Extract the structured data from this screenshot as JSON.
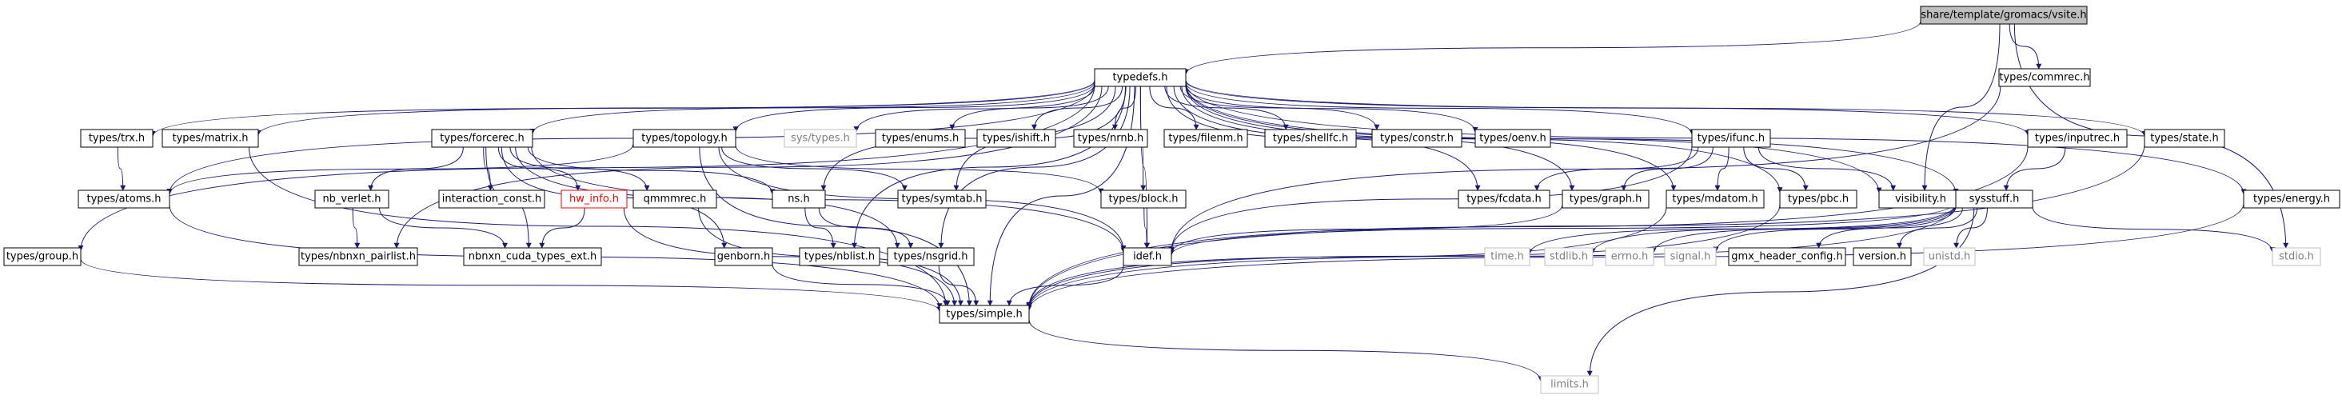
{
  "nodes": [
    {
      "id": "vsite",
      "label": "share/template/gromacs/vsite.h",
      "kind": "root"
    },
    {
      "id": "typedefs",
      "label": "typedefs.h",
      "kind": "normal"
    },
    {
      "id": "commrec",
      "label": "types/commrec.h",
      "kind": "normal"
    },
    {
      "id": "trx",
      "label": "types/trx.h",
      "kind": "normal"
    },
    {
      "id": "matrix",
      "label": "types/matrix.h",
      "kind": "normal"
    },
    {
      "id": "forcerec",
      "label": "types/forcerec.h",
      "kind": "normal"
    },
    {
      "id": "topology",
      "label": "types/topology.h",
      "kind": "normal"
    },
    {
      "id": "systypes",
      "label": "sys/types.h",
      "kind": "system"
    },
    {
      "id": "enums",
      "label": "types/enums.h",
      "kind": "normal"
    },
    {
      "id": "ishift",
      "label": "types/ishift.h",
      "kind": "normal"
    },
    {
      "id": "nrnb",
      "label": "types/nrnb.h",
      "kind": "normal"
    },
    {
      "id": "filenm",
      "label": "types/filenm.h",
      "kind": "normal"
    },
    {
      "id": "shellfc",
      "label": "types/shellfc.h",
      "kind": "normal"
    },
    {
      "id": "constr",
      "label": "types/constr.h",
      "kind": "normal"
    },
    {
      "id": "oenv",
      "label": "types/oenv.h",
      "kind": "normal"
    },
    {
      "id": "ifunc",
      "label": "types/ifunc.h",
      "kind": "normal"
    },
    {
      "id": "inputrec",
      "label": "types/inputrec.h",
      "kind": "normal"
    },
    {
      "id": "state",
      "label": "types/state.h",
      "kind": "normal"
    },
    {
      "id": "energy",
      "label": "types/energy.h",
      "kind": "normal"
    },
    {
      "id": "stdio",
      "label": "stdio.h",
      "kind": "system"
    },
    {
      "id": "atoms",
      "label": "types/atoms.h",
      "kind": "normal"
    },
    {
      "id": "nbverlet",
      "label": "nb_verlet.h",
      "kind": "normal"
    },
    {
      "id": "interaction",
      "label": "interaction_const.h",
      "kind": "normal"
    },
    {
      "id": "hwinfo",
      "label": "hw_info.h",
      "kind": "red"
    },
    {
      "id": "qmmmrec",
      "label": "qmmmrec.h",
      "kind": "normal"
    },
    {
      "id": "ns",
      "label": "ns.h",
      "kind": "normal"
    },
    {
      "id": "symtab",
      "label": "types/symtab.h",
      "kind": "normal"
    },
    {
      "id": "block",
      "label": "types/block.h",
      "kind": "normal"
    },
    {
      "id": "fcdata",
      "label": "types/fcdata.h",
      "kind": "normal"
    },
    {
      "id": "graph",
      "label": "types/graph.h",
      "kind": "normal"
    },
    {
      "id": "mdatom",
      "label": "types/mdatom.h",
      "kind": "normal"
    },
    {
      "id": "pbc",
      "label": "types/pbc.h",
      "kind": "normal"
    },
    {
      "id": "visibility",
      "label": "visibility.h",
      "kind": "normal"
    },
    {
      "id": "sysstuff",
      "label": "sysstuff.h",
      "kind": "normal"
    },
    {
      "id": "group",
      "label": "types/group.h",
      "kind": "normal"
    },
    {
      "id": "nbnxnpair",
      "label": "types/nbnxn_pairlist.h",
      "kind": "normal"
    },
    {
      "id": "nbnxncuda",
      "label": "nbnxn_cuda_types_ext.h",
      "kind": "normal"
    },
    {
      "id": "genborn",
      "label": "genborn.h",
      "kind": "normal"
    },
    {
      "id": "nblist",
      "label": "types/nblist.h",
      "kind": "normal"
    },
    {
      "id": "nsgrid",
      "label": "types/nsgrid.h",
      "kind": "normal"
    },
    {
      "id": "idef",
      "label": "idef.h",
      "kind": "normal"
    },
    {
      "id": "timeh",
      "label": "time.h",
      "kind": "system"
    },
    {
      "id": "stdlib",
      "label": "stdlib.h",
      "kind": "system"
    },
    {
      "id": "errno",
      "label": "errno.h",
      "kind": "system"
    },
    {
      "id": "signal",
      "label": "signal.h",
      "kind": "system"
    },
    {
      "id": "gmxheader",
      "label": "gmx_header_config.h",
      "kind": "normal"
    },
    {
      "id": "version",
      "label": "version.h",
      "kind": "normal"
    },
    {
      "id": "unistd",
      "label": "unistd.h",
      "kind": "system"
    },
    {
      "id": "simple",
      "label": "types/simple.h",
      "kind": "normal"
    },
    {
      "id": "limits",
      "label": "limits.h",
      "kind": "system"
    }
  ],
  "edges": [
    [
      "vsite",
      "typedefs"
    ],
    [
      "vsite",
      "commrec"
    ],
    [
      "vsite",
      "visibility"
    ],
    [
      "vsite",
      "stdio"
    ],
    [
      "typedefs",
      "trx"
    ],
    [
      "typedefs",
      "matrix"
    ],
    [
      "typedefs",
      "forcerec"
    ],
    [
      "typedefs",
      "topology"
    ],
    [
      "typedefs",
      "systypes"
    ],
    [
      "typedefs",
      "enums"
    ],
    [
      "typedefs",
      "ishift"
    ],
    [
      "typedefs",
      "nrnb"
    ],
    [
      "typedefs",
      "filenm"
    ],
    [
      "typedefs",
      "shellfc"
    ],
    [
      "typedefs",
      "constr"
    ],
    [
      "typedefs",
      "oenv"
    ],
    [
      "typedefs",
      "ifunc"
    ],
    [
      "typedefs",
      "inputrec"
    ],
    [
      "typedefs",
      "state"
    ],
    [
      "typedefs",
      "energy"
    ],
    [
      "typedefs",
      "atoms"
    ],
    [
      "typedefs",
      "group"
    ],
    [
      "typedefs",
      "simple"
    ],
    [
      "typedefs",
      "symtab"
    ],
    [
      "typedefs",
      "block"
    ],
    [
      "typedefs",
      "fcdata"
    ],
    [
      "typedefs",
      "graph"
    ],
    [
      "typedefs",
      "mdatom"
    ],
    [
      "typedefs",
      "pbc"
    ],
    [
      "typedefs",
      "visibility"
    ],
    [
      "typedefs",
      "sysstuff"
    ],
    [
      "typedefs",
      "idef"
    ],
    [
      "typedefs",
      "nbnxnpair"
    ],
    [
      "typedefs",
      "ns"
    ],
    [
      "typedefs",
      "nblist"
    ],
    [
      "typedefs",
      "nsgrid"
    ],
    [
      "commrec",
      "idef"
    ],
    [
      "trx",
      "atoms"
    ],
    [
      "matrix",
      "simple"
    ],
    [
      "forcerec",
      "nbverlet"
    ],
    [
      "forcerec",
      "interaction"
    ],
    [
      "forcerec",
      "hwinfo"
    ],
    [
      "forcerec",
      "qmmmrec"
    ],
    [
      "forcerec",
      "ns"
    ],
    [
      "forcerec",
      "genborn"
    ],
    [
      "forcerec",
      "nsgrid"
    ],
    [
      "forcerec",
      "idef"
    ],
    [
      "forcerec",
      "nbnxncuda"
    ],
    [
      "topology",
      "atoms"
    ],
    [
      "topology",
      "symtab"
    ],
    [
      "topology",
      "block"
    ],
    [
      "topology",
      "idef"
    ],
    [
      "topology",
      "simple"
    ],
    [
      "ifunc",
      "fcdata"
    ],
    [
      "ifunc",
      "graph"
    ],
    [
      "ifunc",
      "mdatom"
    ],
    [
      "ifunc",
      "pbc"
    ],
    [
      "ifunc",
      "visibility"
    ],
    [
      "ifunc",
      "idef"
    ],
    [
      "inputrec",
      "sysstuff"
    ],
    [
      "inputrec",
      "simple"
    ],
    [
      "state",
      "simple"
    ],
    [
      "energy",
      "simple"
    ],
    [
      "atoms",
      "simple"
    ],
    [
      "nbverlet",
      "nbnxnpair"
    ],
    [
      "nbverlet",
      "nbnxncuda"
    ],
    [
      "hwinfo",
      "nbnxncuda"
    ],
    [
      "hwinfo",
      "simple"
    ],
    [
      "qmmmrec",
      "simple"
    ],
    [
      "ns",
      "nblist"
    ],
    [
      "ns",
      "nsgrid"
    ],
    [
      "block",
      "idef"
    ],
    [
      "graph",
      "idef"
    ],
    [
      "mdatom",
      "simple"
    ],
    [
      "pbc",
      "simple"
    ],
    [
      "sysstuff",
      "timeh"
    ],
    [
      "sysstuff",
      "stdlib"
    ],
    [
      "sysstuff",
      "errno"
    ],
    [
      "sysstuff",
      "signal"
    ],
    [
      "sysstuff",
      "gmxheader"
    ],
    [
      "sysstuff",
      "version"
    ],
    [
      "sysstuff",
      "unistd"
    ],
    [
      "sysstuff",
      "stdio"
    ],
    [
      "sysstuff",
      "limits"
    ],
    [
      "sysstuff",
      "idef"
    ],
    [
      "sysstuff",
      "simple"
    ],
    [
      "group",
      "simple"
    ],
    [
      "genborn",
      "simple"
    ],
    [
      "nsgrid",
      "simple"
    ],
    [
      "idef",
      "simple"
    ],
    [
      "simple",
      "limits"
    ]
  ],
  "colors": {
    "edge": "#191970",
    "root_fill": "#bfbfbf",
    "normal_fill": "#ffffff",
    "normal_stroke": "#000000",
    "system_stroke": "#bfbfbf",
    "system_text": "#7f7f7f",
    "red": "#ff0000"
  }
}
